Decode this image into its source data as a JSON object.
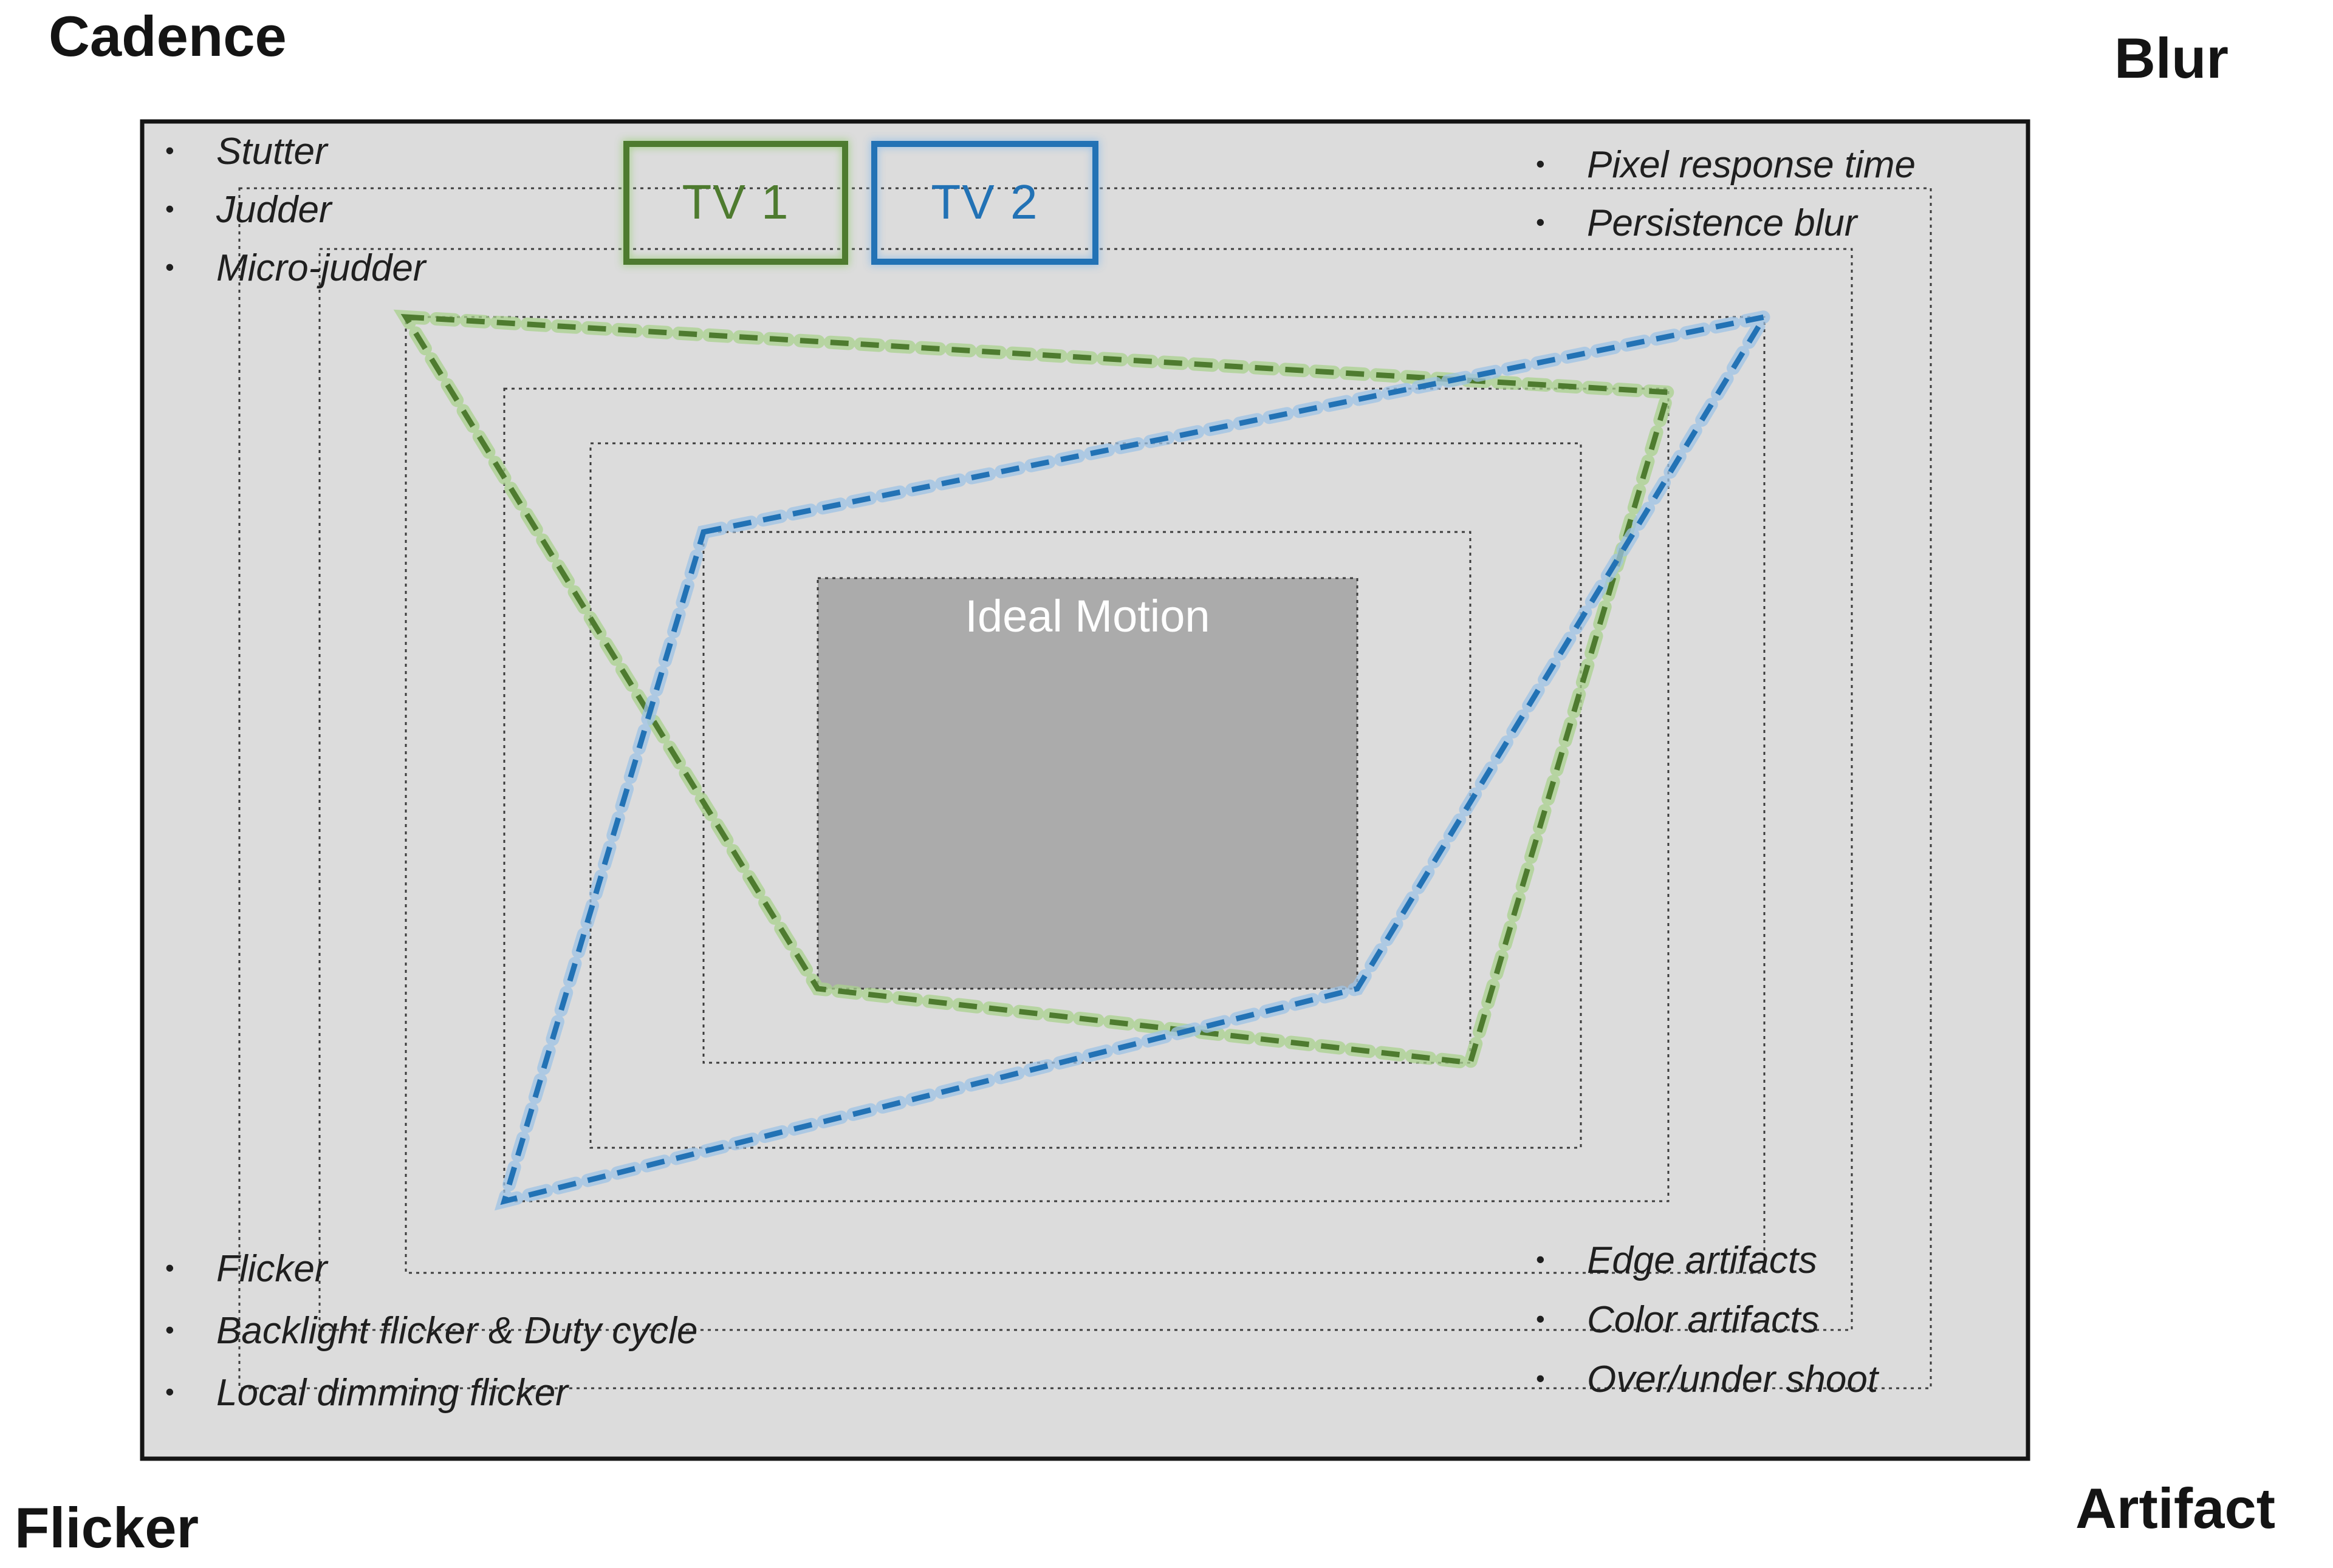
{
  "diagram_type": "nested-level motion-quality map comparing two TVs on four corner axes",
  "corners": {
    "top_left": {
      "label": "Cadence",
      "items": [
        "Stutter",
        "Judder",
        "Micro-judder"
      ]
    },
    "top_right": {
      "label": "Blur",
      "items": [
        "Pixel response time",
        "Persistence blur"
      ]
    },
    "bottom_left": {
      "label": "Flicker",
      "items": [
        "Flicker",
        "Backlight flicker & Duty cycle",
        "Local dimming flicker"
      ]
    },
    "bottom_right": {
      "label": "Artifact",
      "items": [
        "Edge artifacts",
        "Color artifacts",
        "Over/under shoot"
      ]
    }
  },
  "center": {
    "label": "Ideal Motion"
  },
  "legend": [
    {
      "id": "tv1",
      "label": "TV 1",
      "color": "#4e7b2f",
      "glow": "#a9d18e"
    },
    {
      "id": "tv2",
      "label": "TV 2",
      "color": "#2272b5",
      "glow": "#9dc3e6"
    }
  ],
  "colors": {
    "panel_fill": "#dcdcdc",
    "panel_border": "#141414",
    "ring_stroke": "#3c3c3c",
    "center_fill": "#ababab",
    "center_text": "#ffffff",
    "text": "#1f1f1f"
  },
  "geometry": {
    "panel_rect": [
      117,
      100,
      1552,
      1101
    ],
    "rings": [
      [
        197,
        155,
        1392,
        988
      ],
      [
        263,
        205,
        1261,
        890
      ],
      [
        334,
        261,
        1118,
        787
      ],
      [
        415,
        320,
        958,
        669
      ],
      [
        486,
        365,
        815,
        580
      ],
      [
        579,
        438,
        631,
        437
      ]
    ],
    "center_rect": [
      673,
      476,
      444,
      338
    ]
  },
  "series": [
    {
      "name": "TV 1",
      "color": "#4e7b2f",
      "glow": "#a9d18e",
      "points": [
        [
          334,
          261
        ],
        [
          1373,
          323
        ],
        [
          1210,
          875
        ],
        [
          673,
          814
        ]
      ]
    },
    {
      "name": "TV 2",
      "color": "#2272b5",
      "glow": "#9dc3e6",
      "points": [
        [
          579,
          438
        ],
        [
          1452,
          261
        ],
        [
          1117,
          814
        ],
        [
          415,
          989
        ]
      ]
    }
  ]
}
